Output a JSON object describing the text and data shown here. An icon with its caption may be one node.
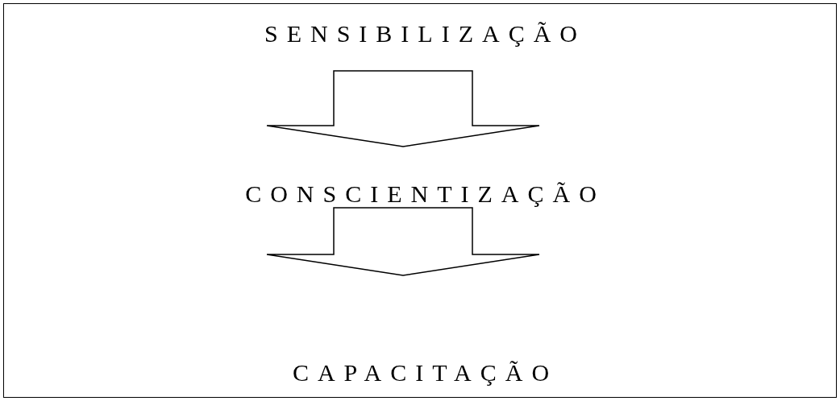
{
  "diagram": {
    "nodes": [
      {
        "text": [
          "SENSIBILIZAÇÃO"
        ]
      },
      {
        "text": [
          "CONSCIENTIZAÇÃO"
        ]
      },
      {
        "text": [
          "CAPACITAÇÃO"
        ]
      }
    ],
    "edges": [
      {
        "from": 0,
        "to": 1,
        "arrow": "to"
      },
      {
        "from": 1,
        "to": 2,
        "arrow": "to"
      }
    ]
  }
}
